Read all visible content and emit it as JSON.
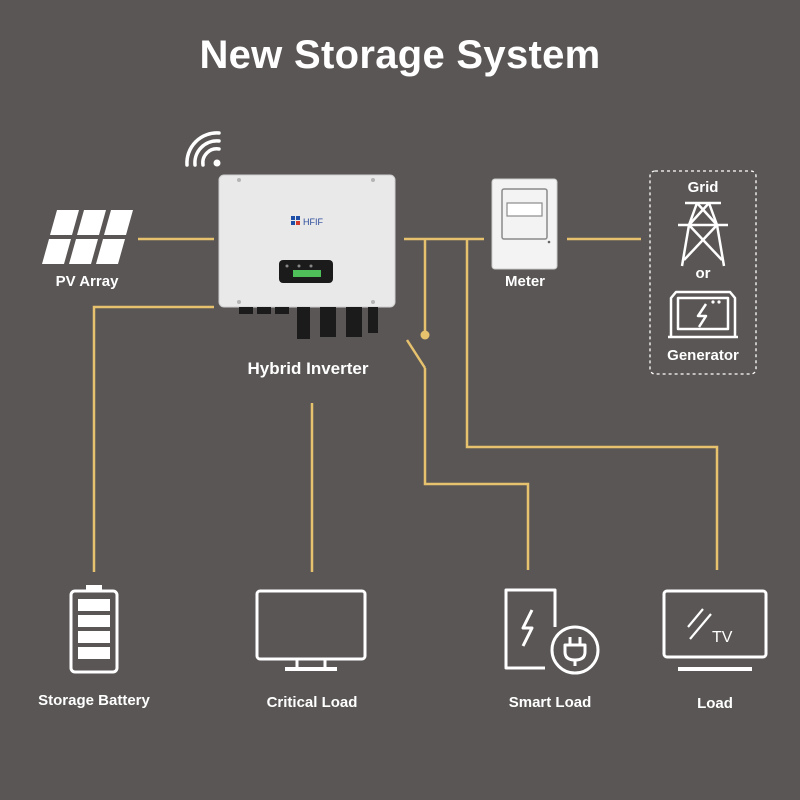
{
  "title": "New Storage System",
  "labels": {
    "pv_array": "PV Array",
    "hybrid_inverter": "Hybrid Inverter",
    "meter": "Meter",
    "grid": "Grid",
    "or": "or",
    "generator": "Generator",
    "storage_battery": "Storage Battery",
    "critical_load": "Critical Load",
    "smart_load": "Smart Load",
    "load": "Load"
  },
  "inverter_brand": "HFIF",
  "tv_text": "TV",
  "colors": {
    "background": "#5a5655",
    "line": "#e6c26e",
    "icon": "#ffffff",
    "inverter_body": "#e9e9e9"
  }
}
